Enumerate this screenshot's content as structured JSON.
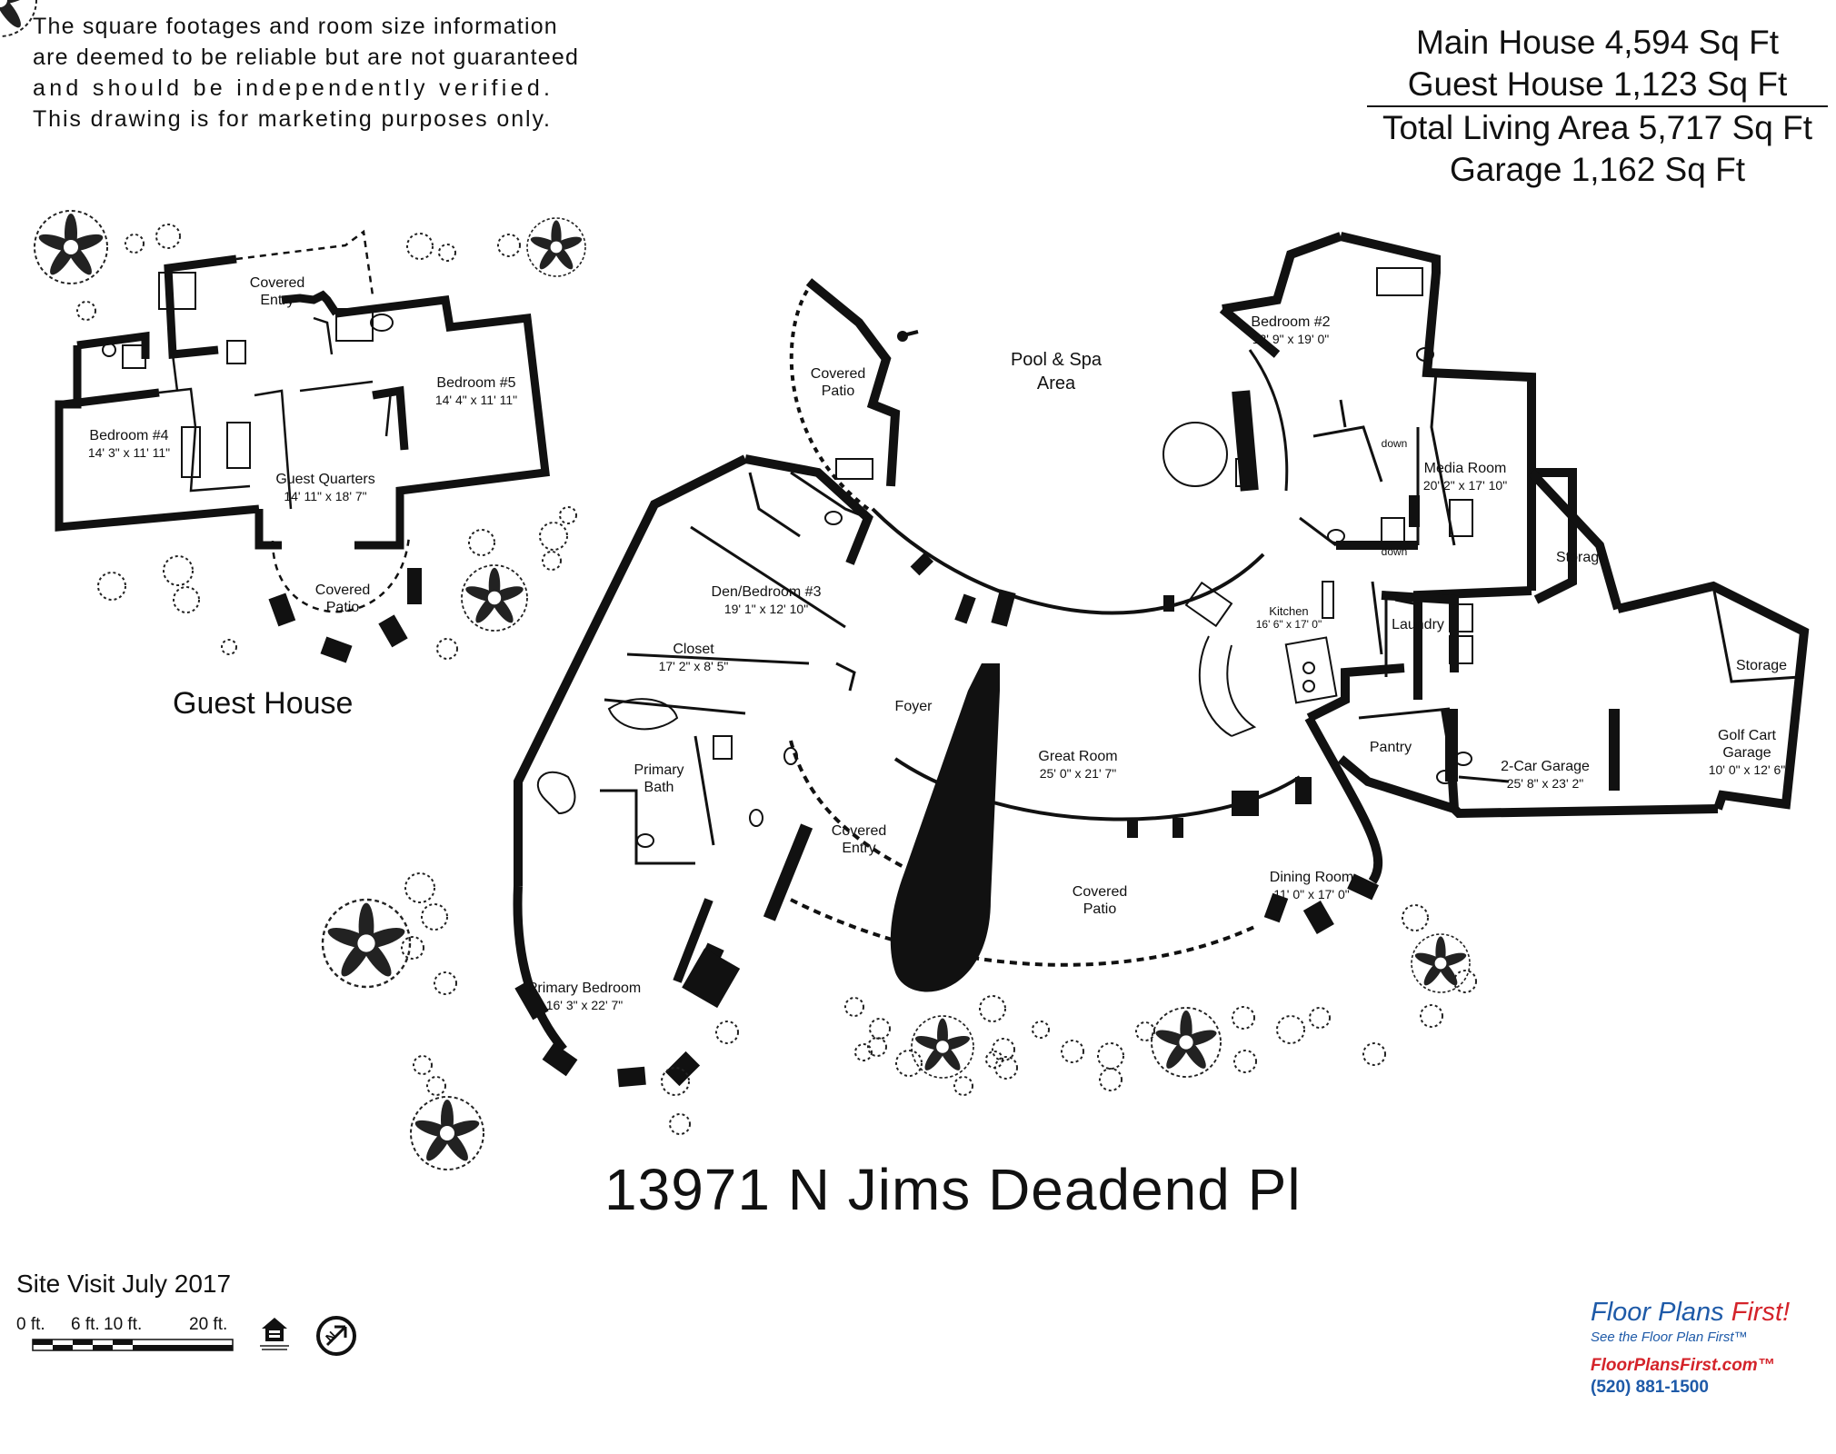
{
  "disclaimer": [
    "The square footages and room size information",
    "are deemed to be reliable but are not guaranteed",
    "and should be independently verified.",
    "This drawing is for marketing purposes only."
  ],
  "areas": {
    "main_house": "Main House 4,594 Sq Ft",
    "guest_house": "Guest House 1,123 Sq Ft",
    "total": "Total Living Area 5,717 Sq Ft",
    "garage": "Garage 1,162 Sq Ft"
  },
  "guest_house": {
    "title": "Guest House",
    "covered_entry": {
      "name": "Covered",
      "name2": "Entry"
    },
    "bedroom4": {
      "name": "Bedroom #4",
      "dims": "14' 3\" x 11' 11\""
    },
    "bedroom5": {
      "name": "Bedroom #5",
      "dims": "14' 4\" x 11' 11\""
    },
    "guest_quarters": {
      "name": "Guest Quarters",
      "dims": "14' 11\" x 18' 7\""
    },
    "covered_patio": {
      "name": "Covered",
      "name2": "Patio"
    }
  },
  "main_house": {
    "pool": {
      "name": "Pool & Spa",
      "name2": "Area"
    },
    "covered_patio_top": {
      "name": "Covered",
      "name2": "Patio"
    },
    "bedroom2": {
      "name": "Bedroom #2",
      "dims": "12' 9\" x 19' 0\""
    },
    "media_room": {
      "name": "Media Room",
      "dims": "20' 2\" x 17' 10\""
    },
    "down1": "down",
    "down2": "down",
    "storage1": "Storage",
    "storage2": "Storage",
    "laundry": "Laundry",
    "kitchen": {
      "name": "Kitchen",
      "dims": "16' 6\" x 17' 0\""
    },
    "den": {
      "name": "Den/Bedroom #3",
      "dims": "19' 1\" x 12' 10\""
    },
    "closet": {
      "name": "Closet",
      "dims": "17' 2\" x 8' 5\""
    },
    "primary_bath": {
      "name": "Primary",
      "name2": "Bath"
    },
    "foyer": "Foyer",
    "great_room": {
      "name": "Great Room",
      "dims": "25' 0\" x 21' 7\""
    },
    "pantry": "Pantry",
    "garage2": {
      "name": "2-Car Garage",
      "dims": "25' 8\" x 23' 2\""
    },
    "golf_cart": {
      "name": "Golf Cart",
      "name2": "Garage",
      "dims": "10' 0\" x 12' 6\""
    },
    "covered_entry": {
      "name": "Covered",
      "name2": "Entry"
    },
    "covered_patio_bottom": {
      "name": "Covered",
      "name2": "Patio"
    },
    "dining": {
      "name": "Dining Room",
      "dims": "11' 0\" x 17' 0\""
    },
    "primary_bedroom": {
      "name": "Primary Bedroom",
      "dims": "16' 3\" x 22' 7\""
    }
  },
  "address": "13971 N Jims Deadend Pl",
  "site_visit": "Site Visit July 2017",
  "scale": {
    "l0": "0 ft.",
    "l6": "6 ft.",
    "l10": "10 ft.",
    "l20": "20 ft."
  },
  "brand": {
    "name": "Floor Plans",
    "name_accent": "First!",
    "tagline": "See the Floor Plan First™",
    "url": "FloorPlansFirst.com™",
    "phone": "(520) 881-1500"
  },
  "icons": [
    "tree-icon",
    "shrub-icon",
    "equal-housing-icon",
    "north-arrow-icon"
  ]
}
